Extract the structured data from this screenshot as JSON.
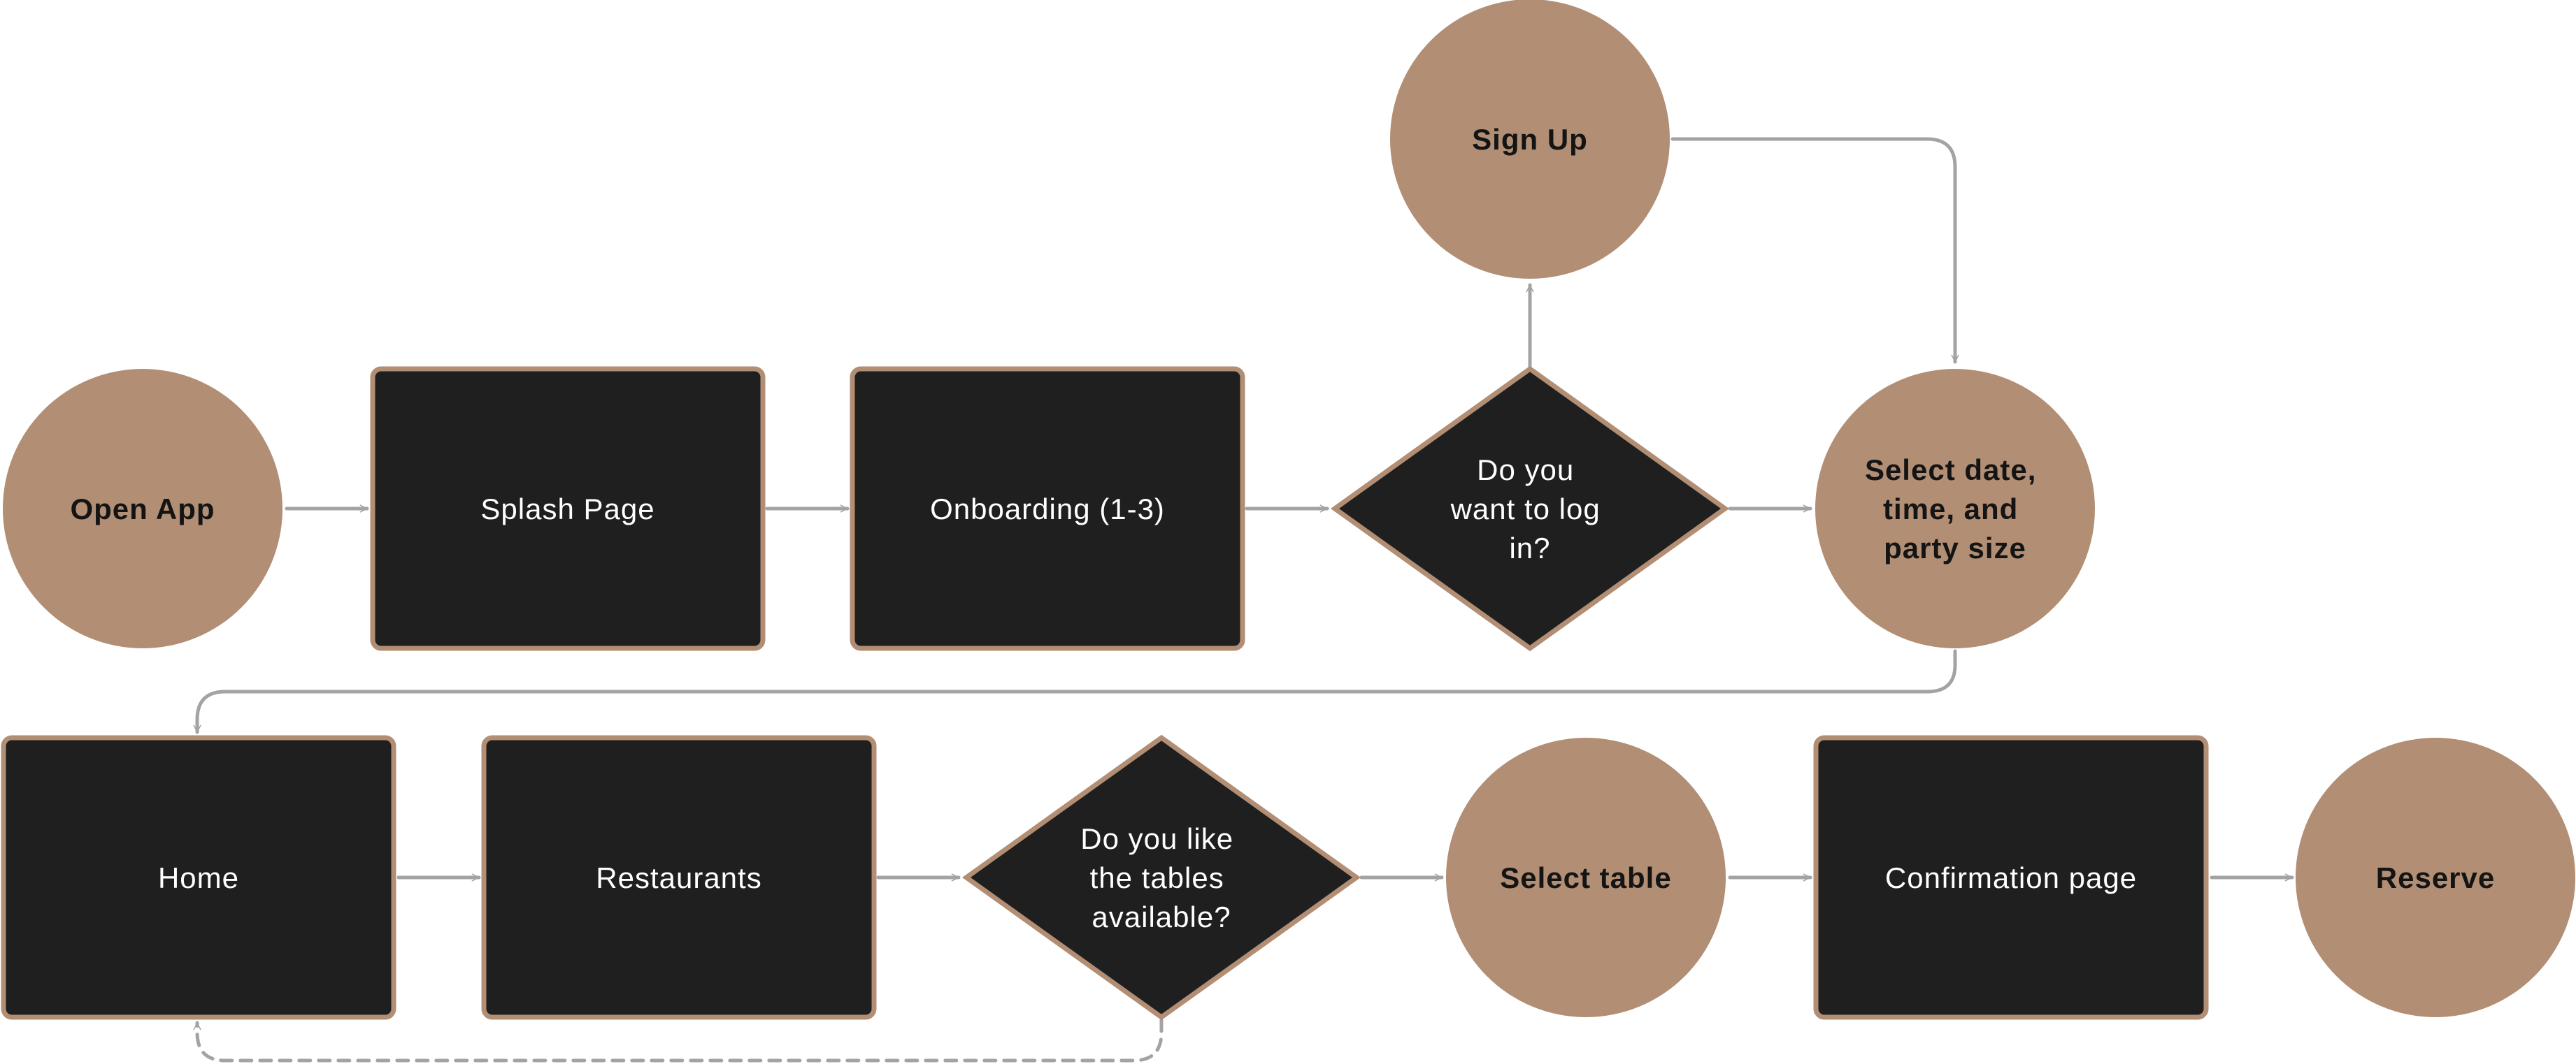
{
  "diagram": {
    "colors": {
      "circle_fill": "#b18e74",
      "dark_fill": "#1f1f1f",
      "border": "#b18e74",
      "connector": "#a3a3a3",
      "light_text": "#ffffff",
      "dark_text": "#141414"
    },
    "nodes": {
      "open_app": {
        "shape": "circle",
        "lines": [
          "Open App"
        ]
      },
      "splash_page": {
        "shape": "rectangle",
        "lines": [
          "Splash Page"
        ]
      },
      "onboarding": {
        "shape": "rectangle",
        "lines": [
          "Onboarding (1-3)"
        ]
      },
      "login_decision": {
        "shape": "diamond",
        "lines": [
          "Do you",
          "want to log",
          "in?"
        ]
      },
      "sign_up": {
        "shape": "circle",
        "lines": [
          "Sign Up"
        ]
      },
      "select_date": {
        "shape": "circle",
        "lines": [
          "Select date,",
          "time, and",
          "party size"
        ]
      },
      "home": {
        "shape": "rectangle",
        "lines": [
          "Home"
        ]
      },
      "restaurants": {
        "shape": "rectangle",
        "lines": [
          "Restaurants"
        ]
      },
      "tables_decision": {
        "shape": "diamond",
        "lines": [
          "Do you like",
          "the tables",
          "available?"
        ]
      },
      "select_table": {
        "shape": "circle",
        "lines": [
          "Select table"
        ]
      },
      "confirmation_page": {
        "shape": "rectangle",
        "lines": [
          "Confirmation page"
        ]
      },
      "reserve": {
        "shape": "circle",
        "lines": [
          "Reserve"
        ]
      }
    },
    "edges": [
      {
        "from": "open_app",
        "to": "splash_page",
        "style": "solid"
      },
      {
        "from": "splash_page",
        "to": "onboarding",
        "style": "solid"
      },
      {
        "from": "onboarding",
        "to": "login_decision",
        "style": "solid"
      },
      {
        "from": "login_decision",
        "to": "sign_up",
        "style": "solid"
      },
      {
        "from": "login_decision",
        "to": "select_date",
        "style": "solid"
      },
      {
        "from": "sign_up",
        "to": "select_date",
        "style": "solid"
      },
      {
        "from": "select_date",
        "to": "home",
        "style": "solid"
      },
      {
        "from": "home",
        "to": "restaurants",
        "style": "solid"
      },
      {
        "from": "restaurants",
        "to": "tables_decision",
        "style": "solid"
      },
      {
        "from": "tables_decision",
        "to": "select_table",
        "style": "solid"
      },
      {
        "from": "tables_decision",
        "to": "home",
        "style": "dashed"
      },
      {
        "from": "select_table",
        "to": "confirmation_page",
        "style": "solid"
      },
      {
        "from": "confirmation_page",
        "to": "reserve",
        "style": "solid"
      }
    ]
  }
}
